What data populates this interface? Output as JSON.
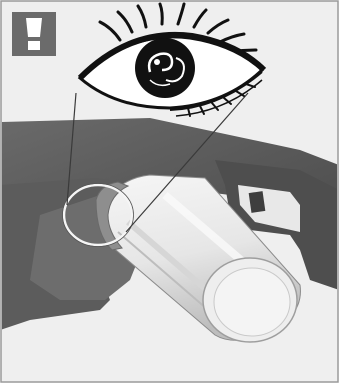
{
  "figure": {
    "kind": "manual-illustration",
    "warning_badge": {
      "icon": "caution-icon",
      "background": "#6b6b6b",
      "glyph_color": "#ffffff"
    },
    "eye": {
      "icon": "eye-icon",
      "meaning": "visual-inspection"
    },
    "detail_circle": {
      "icon": "magnify-circle"
    },
    "colors": {
      "panel_bg": "#eeeeee",
      "border": "#9a9a9a",
      "frame_dark": "#555555",
      "frame_mid": "#7a7a7a",
      "cylinder_light": "#f2f2f2",
      "cylinder_shade": "#cfcfcf",
      "line": "#444444"
    }
  }
}
